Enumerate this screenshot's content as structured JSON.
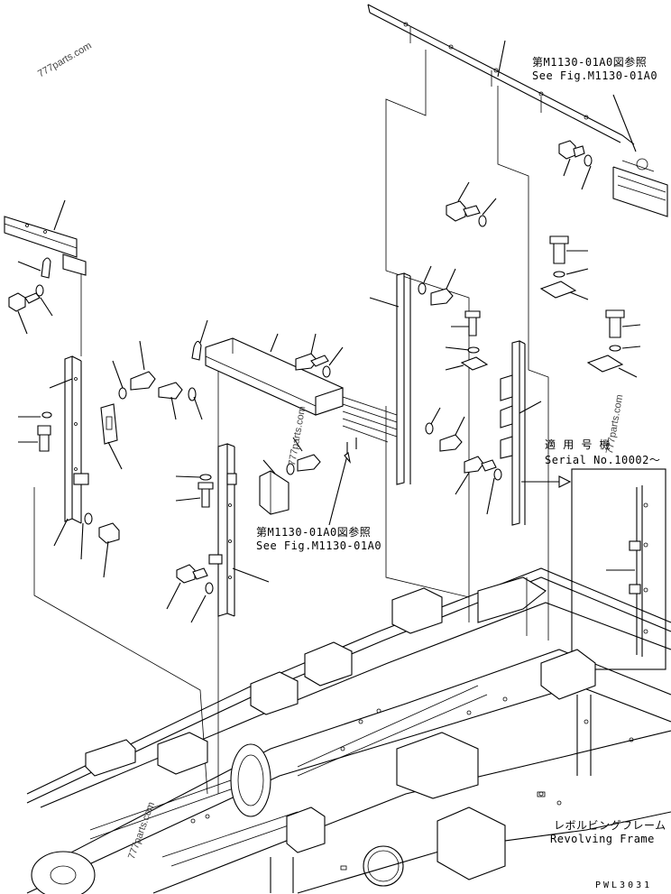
{
  "watermarks": [
    "777parts.com",
    "777parts.com",
    "777parts.com",
    "777parts.com"
  ],
  "callouts": {
    "top_right_jp": "第M1130-01A0図参照",
    "top_right_en": "See Fig.M1130-01A0",
    "center_jp": "第M1130-01A0図参照",
    "center_en": "See Fig.M1130-01A0",
    "serial_jp": "適 用 号 機",
    "serial_en": "Serial No.10002～",
    "frame_jp": "レボルビングフレーム",
    "frame_en": "Revolving Frame"
  },
  "figure_code": "PWL3031"
}
